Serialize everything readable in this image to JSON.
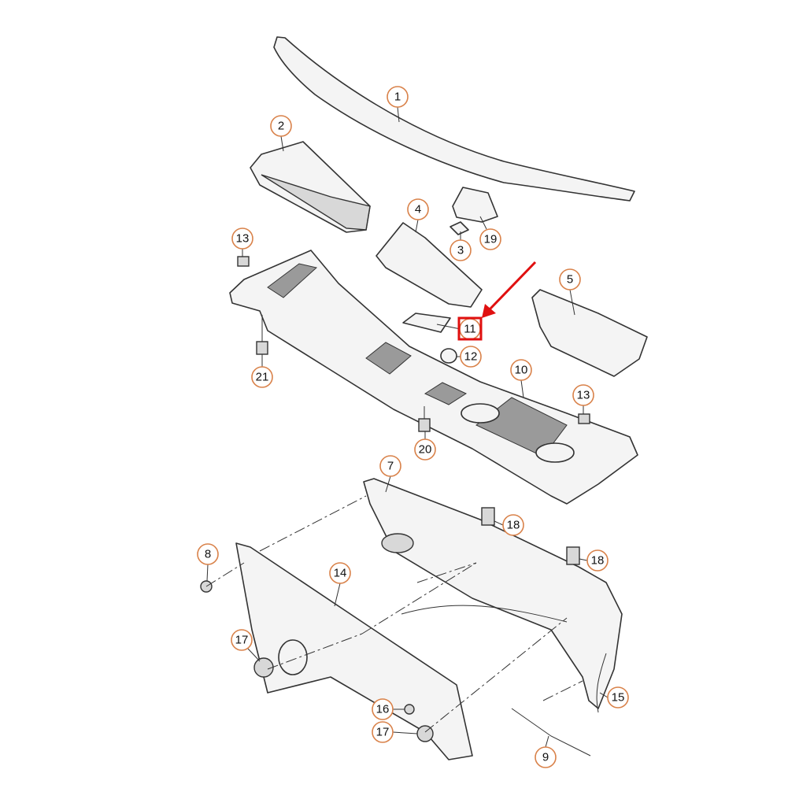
{
  "diagram": {
    "callouts": [
      {
        "id": "c1",
        "label": "1"
      },
      {
        "id": "c2",
        "label": "2"
      },
      {
        "id": "c4",
        "label": "4"
      },
      {
        "id": "c3",
        "label": "3"
      },
      {
        "id": "c19",
        "label": "19"
      },
      {
        "id": "c13a",
        "label": "13"
      },
      {
        "id": "c5",
        "label": "5"
      },
      {
        "id": "c11",
        "label": "11"
      },
      {
        "id": "c12",
        "label": "12"
      },
      {
        "id": "c10",
        "label": "10"
      },
      {
        "id": "c13b",
        "label": "13"
      },
      {
        "id": "c21",
        "label": "21"
      },
      {
        "id": "c20",
        "label": "20"
      },
      {
        "id": "c7",
        "label": "7"
      },
      {
        "id": "c18a",
        "label": "18"
      },
      {
        "id": "c18b",
        "label": "18"
      },
      {
        "id": "c8",
        "label": "8"
      },
      {
        "id": "c14",
        "label": "14"
      },
      {
        "id": "c17a",
        "label": "17"
      },
      {
        "id": "c16",
        "label": "16"
      },
      {
        "id": "c17b",
        "label": "17"
      },
      {
        "id": "c15",
        "label": "15"
      },
      {
        "id": "c9",
        "label": "9"
      }
    ],
    "highlight": {
      "label": "11",
      "color": "#e01010"
    },
    "callout_color": "#d9824a"
  }
}
